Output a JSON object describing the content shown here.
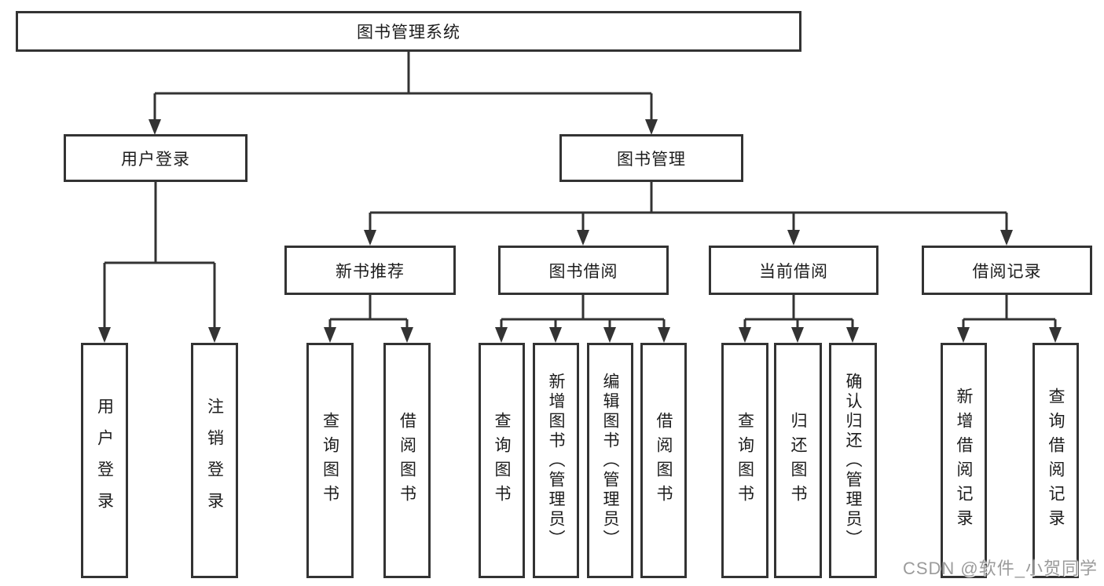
{
  "tree": {
    "label": "图书管理系统",
    "children": [
      {
        "label": "用户登录",
        "children": [
          {
            "label": "用户登录"
          },
          {
            "label": "注销登录"
          }
        ]
      },
      {
        "label": "图书管理",
        "children": [
          {
            "label": "新书推荐",
            "children": [
              {
                "label": "查询图书"
              },
              {
                "label": "借阅图书"
              }
            ]
          },
          {
            "label": "图书借阅",
            "children": [
              {
                "label": "查询图书"
              },
              {
                "label": "新增图书（管理员）"
              },
              {
                "label": "编辑图书（管理员）"
              },
              {
                "label": "借阅图书"
              }
            ]
          },
          {
            "label": "当前借阅",
            "children": [
              {
                "label": "查询图书"
              },
              {
                "label": "归还图书"
              },
              {
                "label": "确认归还（管理员）"
              }
            ]
          },
          {
            "label": "借阅记录",
            "children": [
              {
                "label": "新增借阅记录"
              },
              {
                "label": "查询借阅记录"
              }
            ]
          }
        ]
      }
    ]
  },
  "watermark": {
    "text": "CSDN @软件_小贺同学"
  },
  "colors": {
    "line": "#333333",
    "text": "#1c1c1c",
    "watermark": "#9b9b9b",
    "background": "#ffffff"
  }
}
